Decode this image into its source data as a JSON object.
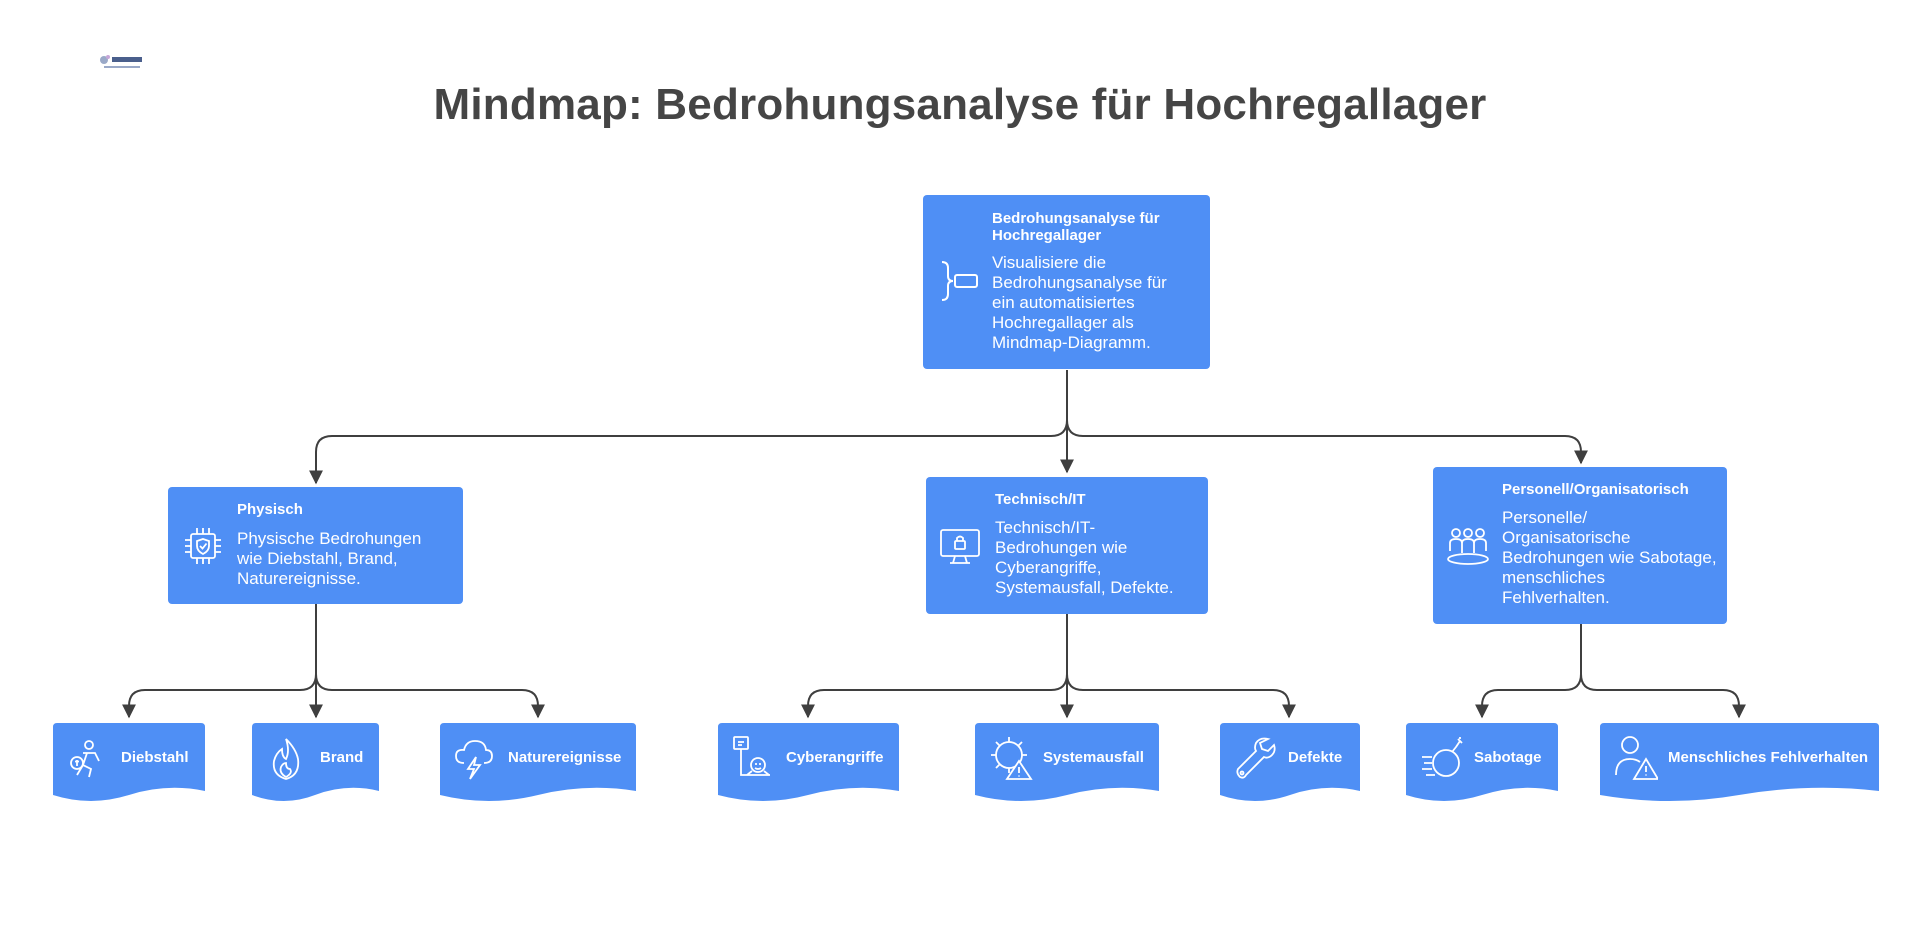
{
  "page": {
    "title": "Mindmap: Bedrohungsanalyse für Hochregallager"
  },
  "colors": {
    "node": "#4f8ff5",
    "connector": "#3f3f3f",
    "title": "#454545"
  },
  "root": {
    "title": "Bedrohungsanalyse für Hochregallager",
    "description": "Visualisiere die Bedrohungsanalyse für ein automatisiertes Hochregallager als Mindmap-Diagramm.",
    "icon": "bracket-node-icon"
  },
  "branches": [
    {
      "title": "Physisch",
      "description": "Physische Bedrohungen wie Diebstahl, Brand, Naturereignisse.",
      "icon": "chip-shield-icon"
    },
    {
      "title": "Technisch/IT",
      "description": "Technisch/IT-Bedrohungen wie Cyberangriffe, Systemausfall, Defekte.",
      "icon": "monitor-lock-icon"
    },
    {
      "title": "Personell/Organisatorisch",
      "description": "Personelle/ Organisatorische Bedrohungen wie Sabotage, menschliches Fehlverhalten.",
      "icon": "people-group-icon"
    }
  ],
  "leaves": [
    {
      "label": "Diebstahl",
      "icon": "thief-icon"
    },
    {
      "label": "Brand",
      "icon": "flame-icon"
    },
    {
      "label": "Naturereignisse",
      "icon": "storm-cloud-icon"
    },
    {
      "label": "Cyberangriffe",
      "icon": "hacker-icon"
    },
    {
      "label": "Systemausfall",
      "icon": "gear-warning-icon"
    },
    {
      "label": "Defekte",
      "icon": "wrench-icon"
    },
    {
      "label": "Sabotage",
      "icon": "bomb-icon"
    },
    {
      "label": "Menschliches Fehlverhalten",
      "icon": "person-warning-icon"
    }
  ]
}
